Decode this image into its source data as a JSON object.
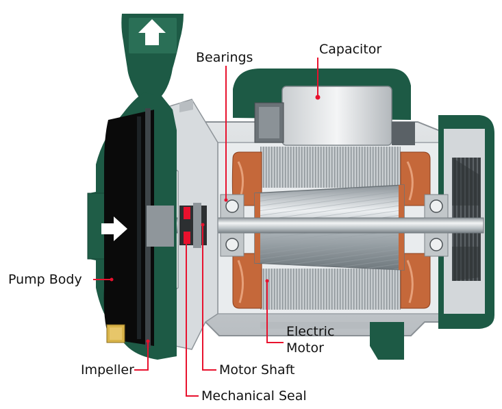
{
  "labels": {
    "bearings": "Bearings",
    "capacitor": "Capacitor",
    "pump_body": "Pump Body",
    "impeller": "Impeller",
    "motor_shaft": "Motor Shaft",
    "mechanical_seal": "Mechanical Seal",
    "electric_motor_line1": "Electric",
    "electric_motor_line2": "Motor"
  },
  "colors": {
    "pump_body_green": "#1d5a45",
    "casing_grey": "#cfd3d6",
    "copper_winding": "#c5683a",
    "leader_red": "#e8112d",
    "background": "#ffffff"
  },
  "icons": {
    "outlet": "arrow-up-icon",
    "inlet": "arrow-right-icon"
  }
}
